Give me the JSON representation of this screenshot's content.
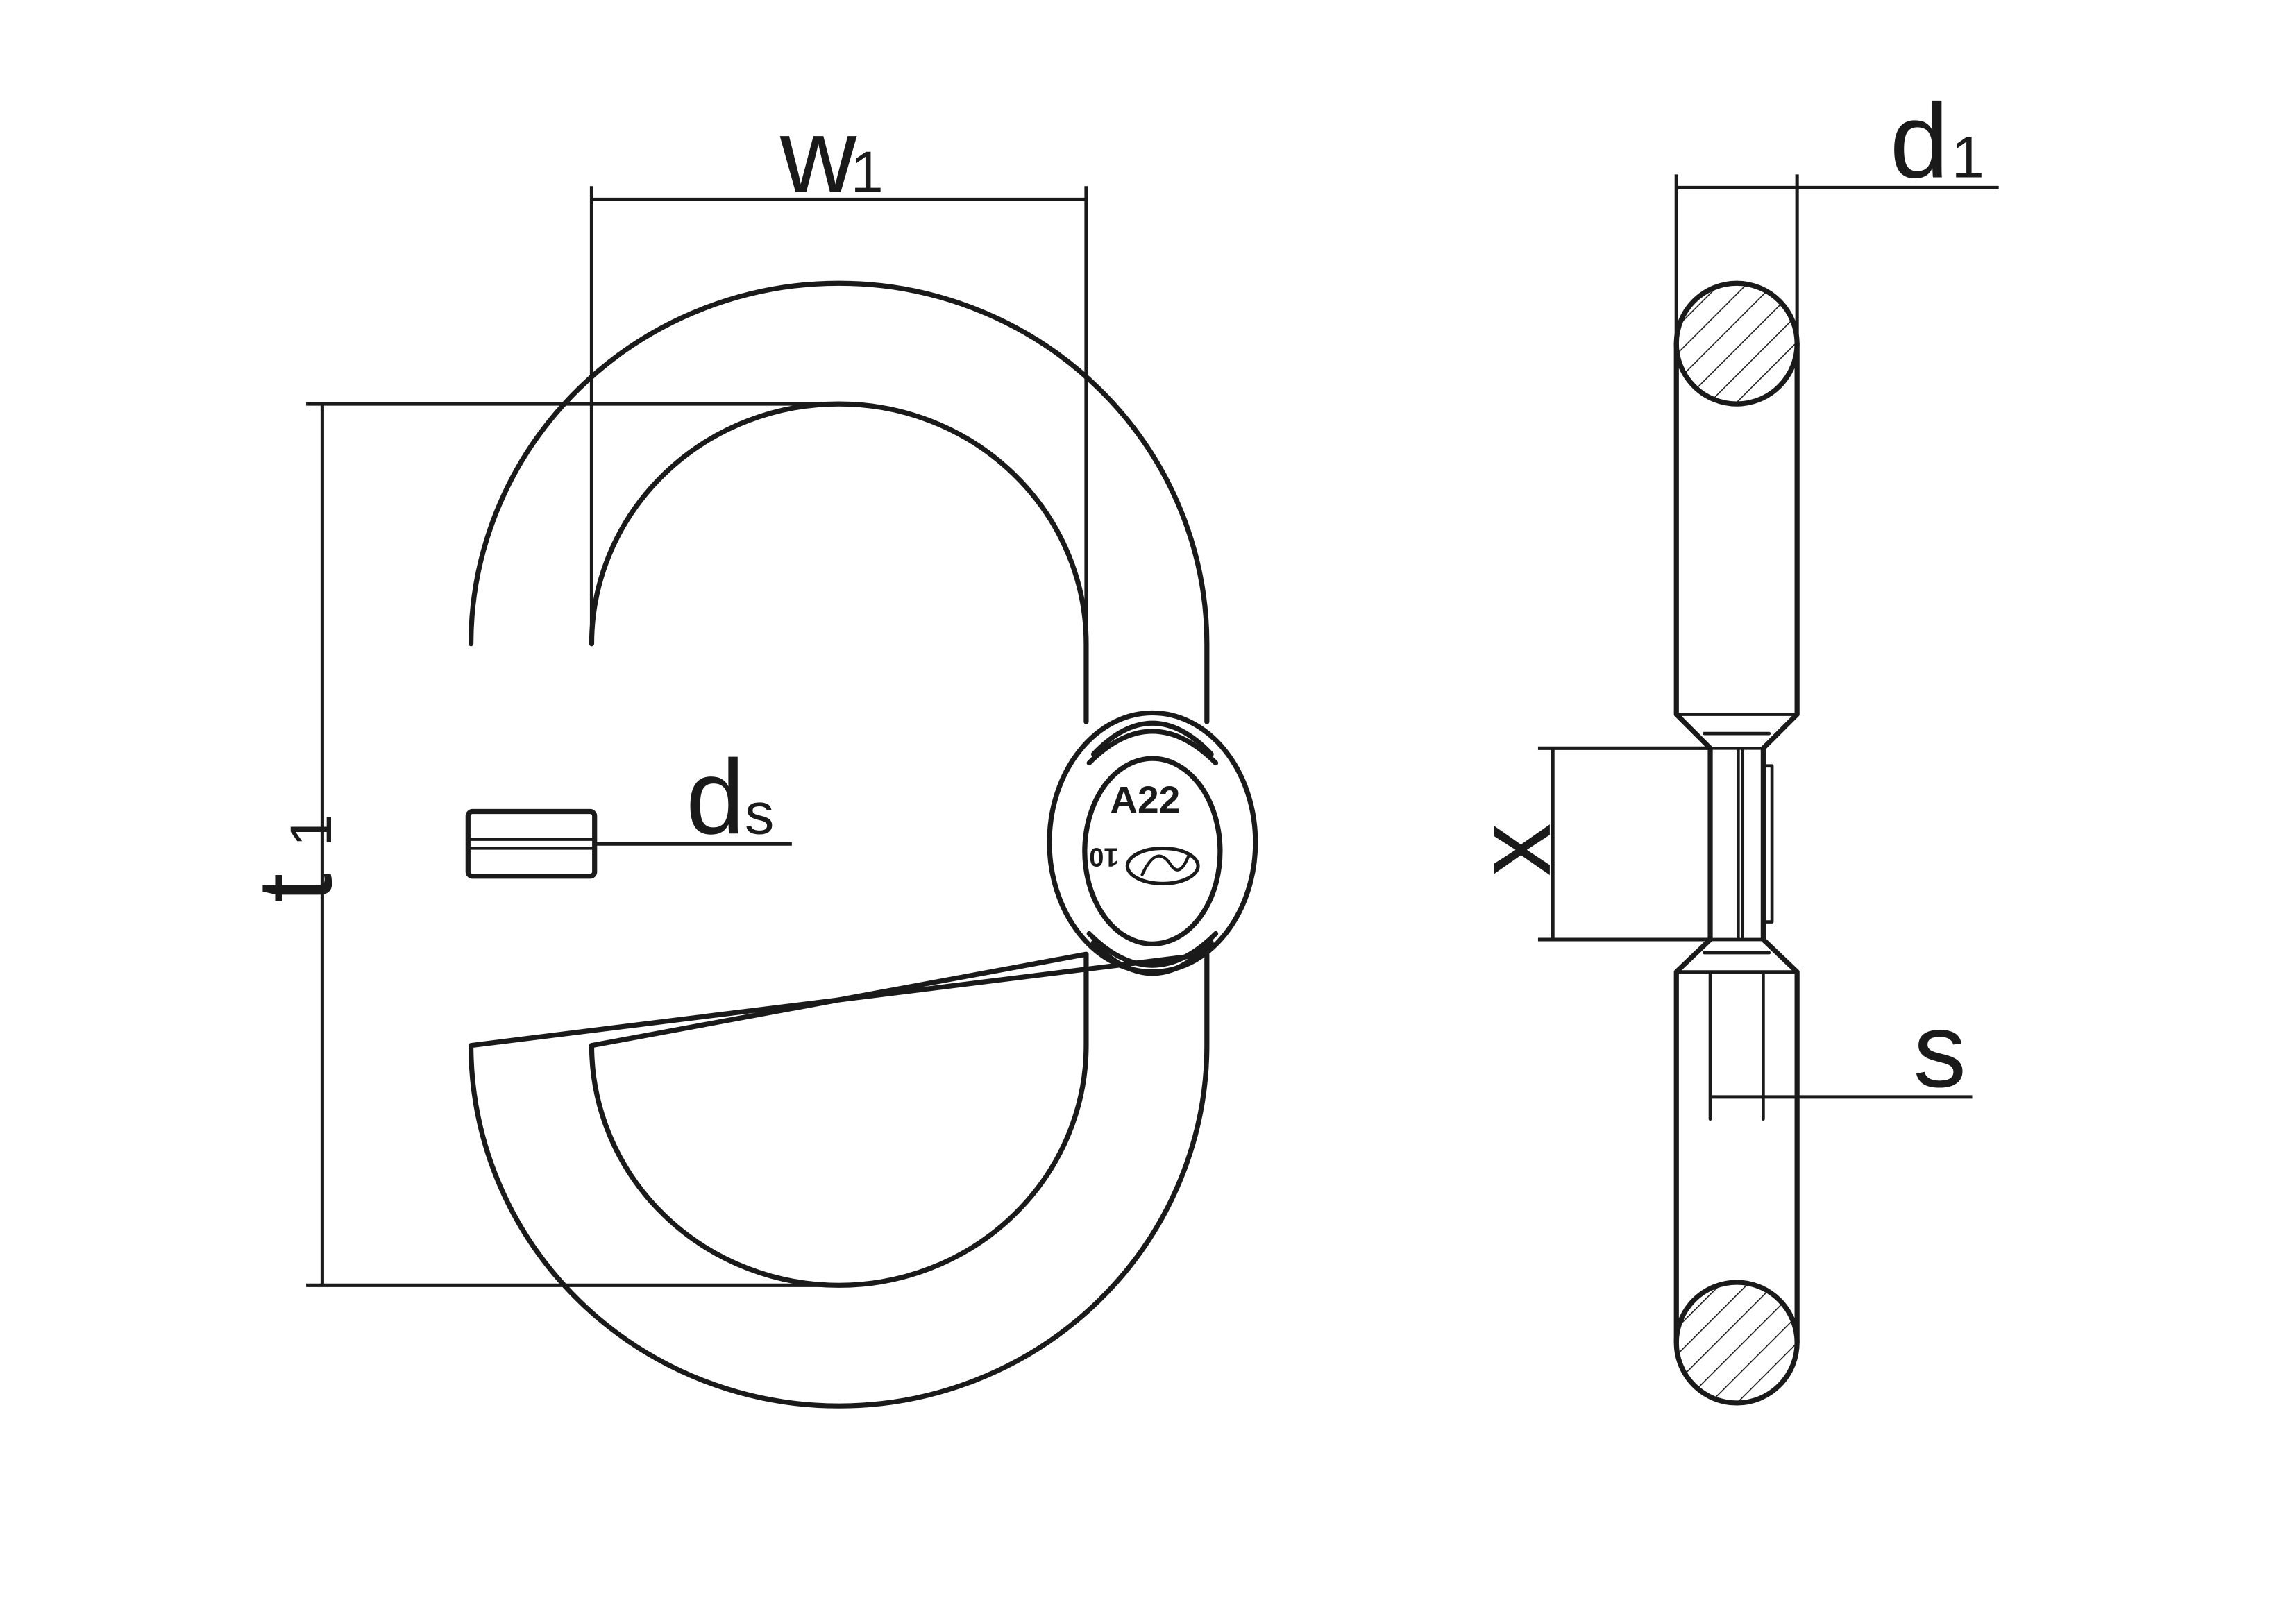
{
  "labels": {
    "w": "w",
    "w_sub": "1",
    "t": "t",
    "t_sub": "1",
    "d": "d",
    "d_sub": "s",
    "d1": "d",
    "d1_sub": "1",
    "x": "x",
    "s": "s"
  },
  "marking": {
    "code": "A22",
    "grade": "10"
  }
}
